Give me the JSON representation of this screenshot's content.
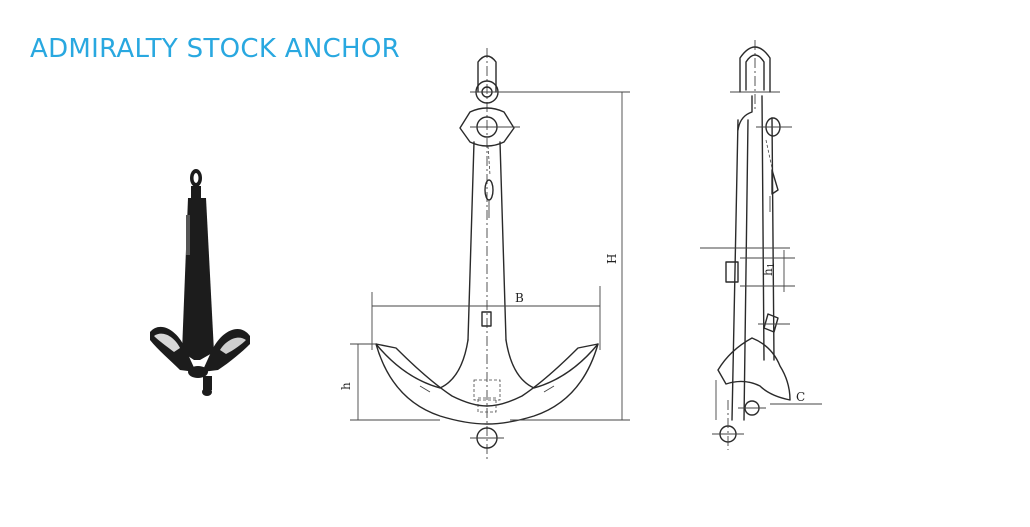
{
  "title": "ADMIRALTY STOCK ANCHOR",
  "colors": {
    "title": "#29a8e0",
    "line": "#2a2a2a",
    "photo": "#1c1c1c"
  },
  "dimensions": {
    "B": "B",
    "H": "H",
    "h": "h",
    "h1": "h",
    "h1_sub": "1",
    "C": "C"
  }
}
